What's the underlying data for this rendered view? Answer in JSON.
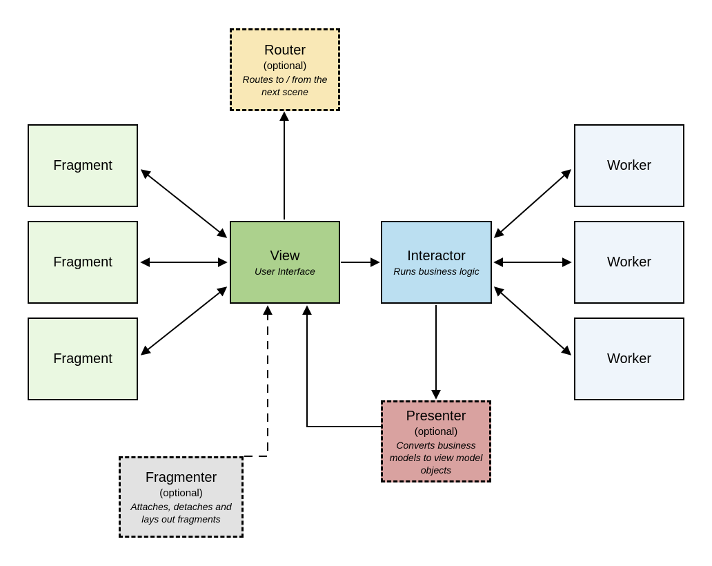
{
  "diagram": {
    "kind": "architecture-diagram",
    "colors": {
      "background": "#FFFFFF",
      "edge": "#000000",
      "border": "#000000",
      "router_fill": "#F9E8B6",
      "view_fill": "#ACD18D",
      "interactor_fill": "#BBDFF1",
      "presenter_fill": "#D9A2A0",
      "fragmenter_fill": "#E2E2E2",
      "fragment_fill": "#EAF8E1",
      "worker_fill": "#EFF5FB"
    },
    "nodes": {
      "router": {
        "title": "Router",
        "optional": "(optional)",
        "description": "Routes to / from the next scene",
        "fill": "#F9E8B6",
        "border_style": "dashed"
      },
      "view": {
        "title": "View",
        "description": "User Interface",
        "fill": "#ACD18D",
        "border_style": "solid"
      },
      "interactor": {
        "title": "Interactor",
        "description": "Runs business logic",
        "fill": "#BBDFF1",
        "border_style": "solid"
      },
      "presenter": {
        "title": "Presenter",
        "optional": "(optional)",
        "description": "Converts business models to view model objects",
        "fill": "#D9A2A0",
        "border_style": "dashed"
      },
      "fragmenter": {
        "title": "Fragmenter",
        "optional": "(optional)",
        "description": "Attaches, detaches and lays out fragments",
        "fill": "#E2E2E2",
        "border_style": "dashed"
      },
      "fragment_1": {
        "title": "Fragment",
        "fill": "#EAF8E1",
        "border_style": "solid"
      },
      "fragment_2": {
        "title": "Fragment",
        "fill": "#EAF8E1",
        "border_style": "solid"
      },
      "fragment_3": {
        "title": "Fragment",
        "fill": "#EAF8E1",
        "border_style": "solid"
      },
      "worker_1": {
        "title": "Worker",
        "fill": "#EFF5FB",
        "border_style": "solid"
      },
      "worker_2": {
        "title": "Worker",
        "fill": "#EFF5FB",
        "border_style": "solid"
      },
      "worker_3": {
        "title": "Worker",
        "fill": "#EFF5FB",
        "border_style": "solid"
      }
    },
    "edges": [
      {
        "from": "fragment_1",
        "to": "view",
        "direction": "bidirectional",
        "style": "solid"
      },
      {
        "from": "fragment_2",
        "to": "view",
        "direction": "bidirectional",
        "style": "solid"
      },
      {
        "from": "fragment_3",
        "to": "view",
        "direction": "bidirectional",
        "style": "solid"
      },
      {
        "from": "view",
        "to": "router",
        "direction": "one-way",
        "style": "solid"
      },
      {
        "from": "view",
        "to": "interactor",
        "direction": "one-way",
        "style": "solid"
      },
      {
        "from": "interactor",
        "to": "worker_1",
        "direction": "bidirectional",
        "style": "solid"
      },
      {
        "from": "interactor",
        "to": "worker_2",
        "direction": "bidirectional",
        "style": "solid"
      },
      {
        "from": "interactor",
        "to": "worker_3",
        "direction": "bidirectional",
        "style": "solid"
      },
      {
        "from": "interactor",
        "to": "presenter",
        "direction": "one-way",
        "style": "solid"
      },
      {
        "from": "presenter",
        "to": "view",
        "direction": "one-way",
        "style": "solid"
      },
      {
        "from": "fragmenter",
        "to": "view",
        "direction": "one-way",
        "style": "dashed"
      }
    ]
  }
}
